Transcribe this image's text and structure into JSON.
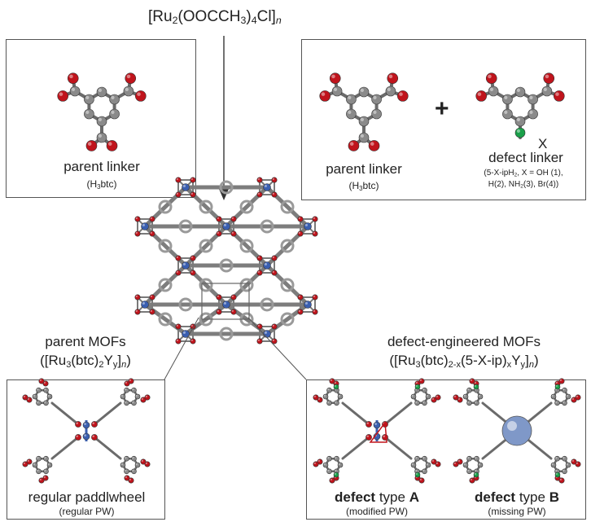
{
  "reagent": {
    "formula_prefix": "[Ru",
    "formula_sub1": "2",
    "formula_mid": "(OOCCH",
    "formula_sub2": "3",
    "formula_mid2": ")",
    "formula_sub3": "4",
    "formula_end": "Cl]",
    "formula_n": "n"
  },
  "left_panel": {
    "label": "parent linker",
    "sub_prefix": "(H",
    "sub_sub": "3",
    "sub_suffix": "btc)"
  },
  "right_panel": {
    "parent_label": "parent linker",
    "parent_sub_prefix": "(H",
    "parent_sub_sub": "3",
    "parent_sub_suffix": "btc)",
    "plus": "+",
    "x_label": "X",
    "defect_label": "defect linker",
    "defect_line1_a": "(5-X-ipH",
    "defect_line1_sub": "2",
    "defect_line1_b": ", X = OH (1),",
    "defect_line2_a": "H(2), NH",
    "defect_line2_sub": "2",
    "defect_line2_b": "(3), Br(4))"
  },
  "parent_mofs": {
    "title": "parent MOFs",
    "f1": "([Ru",
    "f1s": "3",
    "f2": "(btc)",
    "f2s": "2",
    "f3": "Y",
    "f3s": "y",
    "f4": "]",
    "f4s": "n",
    "f5": ")"
  },
  "defect_mofs": {
    "title": "defect-engineered MOFs",
    "f1": "([Ru",
    "f1s": "3",
    "f2": "(btc)",
    "f2s": "2-x",
    "f3": "(5-X-ip)",
    "f3s": "x",
    "f4": "Y",
    "f4s": "y",
    "f5": "]",
    "f5s": "n",
    "f6": ")"
  },
  "bottom_left": {
    "label": "regular paddlwheel",
    "sub": "(regular PW)"
  },
  "bottom_right_a": {
    "bold": "defect",
    "mid": " type ",
    "letter": "A",
    "sub": "(modified PW)"
  },
  "bottom_right_b": {
    "bold": "defect",
    "mid": " type ",
    "letter": "B",
    "sub": "(missing PW)"
  },
  "colors": {
    "carbon": "#8a8a8a",
    "oxygen": "#c0141c",
    "ruthenium": "#3a5fb0",
    "defect_x": "#1aa04a",
    "sphere": "#7f98c8",
    "border": "#555555"
  }
}
